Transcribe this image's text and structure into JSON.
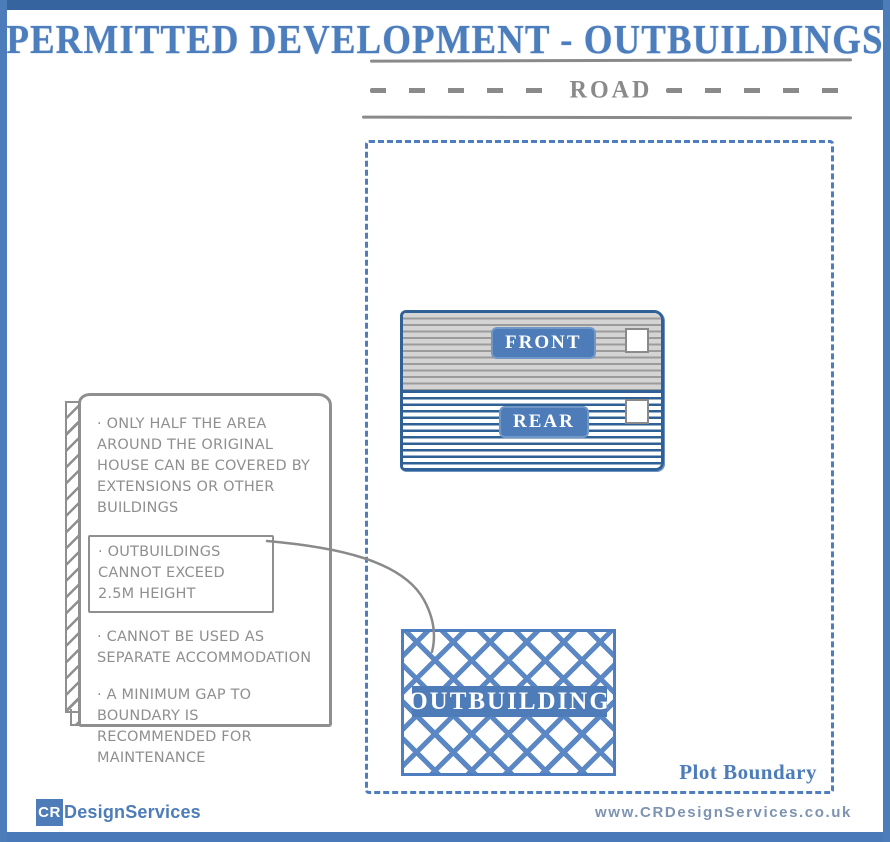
{
  "page": {
    "title": "PERMITTED DEVELOPMENT - OUTBUILDINGS",
    "colors": {
      "primary_blue": "#4d7cb8",
      "dark_stripe_blue": "#2f6096",
      "lattice_blue": "#5b88c4",
      "title_blue": "#4c7dbc",
      "frame_top_blue": "#35649e",
      "sketch_gray": "#8f8f8f",
      "house_front_gray": "#d4d4d4",
      "url_gray_blue": "#7e93b1"
    }
  },
  "road": {
    "label": "ROAD"
  },
  "plot": {
    "boundary_label": "Plot Boundary"
  },
  "house": {
    "front_label": "FRONT",
    "rear_label": "REAR"
  },
  "outbuilding": {
    "label": "OUTBUILDING"
  },
  "notes": {
    "items": [
      {
        "text": "· ONLY HALF THE AREA AROUND THE ORIGINAL HOUSE CAN BE COVERED BY EXTENSIONS OR OTHER BUILDINGS",
        "boxed": false
      },
      {
        "text": "· OUTBUILDINGS CANNOT EXCEED 2.5M HEIGHT",
        "boxed": true
      },
      {
        "text": "· CANNOT BE USED AS SEPARATE ACCOMMODATION",
        "boxed": false
      },
      {
        "text": "· A MINIMUM GAP TO BOUNDARY IS RECOMMENDED FOR MAINTENANCE",
        "boxed": false
      }
    ]
  },
  "footer": {
    "logo_square": "CR",
    "logo_text": "DesignServices",
    "website": "www.CRDesignServices.co.uk"
  }
}
